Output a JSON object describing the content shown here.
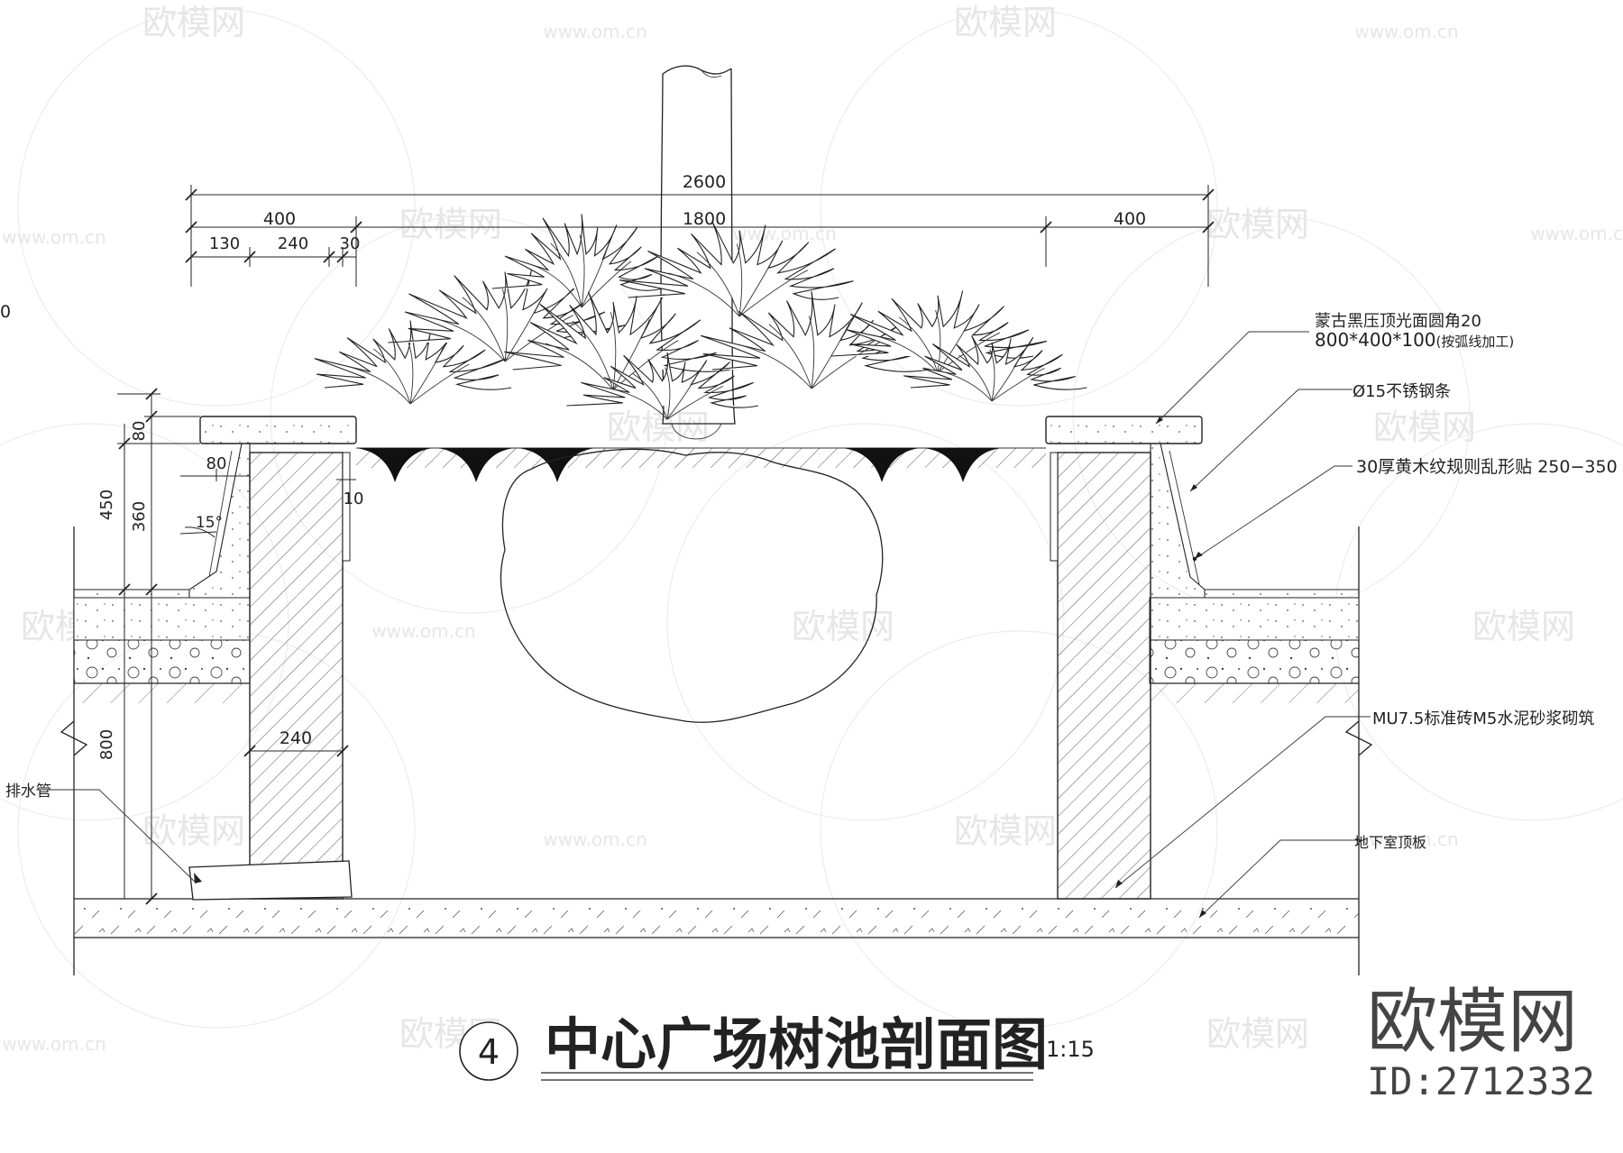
{
  "title": {
    "number": "4",
    "text": "中心广场树池剖面图",
    "scale": "1:15"
  },
  "watermark": {
    "brand": "欧模网",
    "site": "www.om.cn",
    "site_short": "om.cn",
    "id": "ID:2712332"
  },
  "dimensions": {
    "overall": "2600",
    "inner": "1800",
    "left_400": "400",
    "right_400": "400",
    "d130": "130",
    "d240_top": "240",
    "d30": "30",
    "v80": "80",
    "v450": "450",
    "v360": "360",
    "v80_small": "80",
    "angle": "15°",
    "gap10": "10",
    "v800": "800",
    "wall240": "240",
    "edge0": "0"
  },
  "annotations": {
    "capstone_l1": "蒙古黑压顶光面圆角20",
    "capstone_l2a": "800*400*100",
    "capstone_l2b": "(按弧线加工)",
    "steel": "Ø15不锈钢条",
    "veneer": "30厚黄木纹规则乱形贴 250−350",
    "brick": "MU7.5标准砖M5水泥砂浆砌筑",
    "drain": "排水管",
    "slab": "地下室顶板"
  },
  "colors": {
    "line": "#222222",
    "watermark": "#e6e6e6",
    "background": "#ffffff"
  }
}
